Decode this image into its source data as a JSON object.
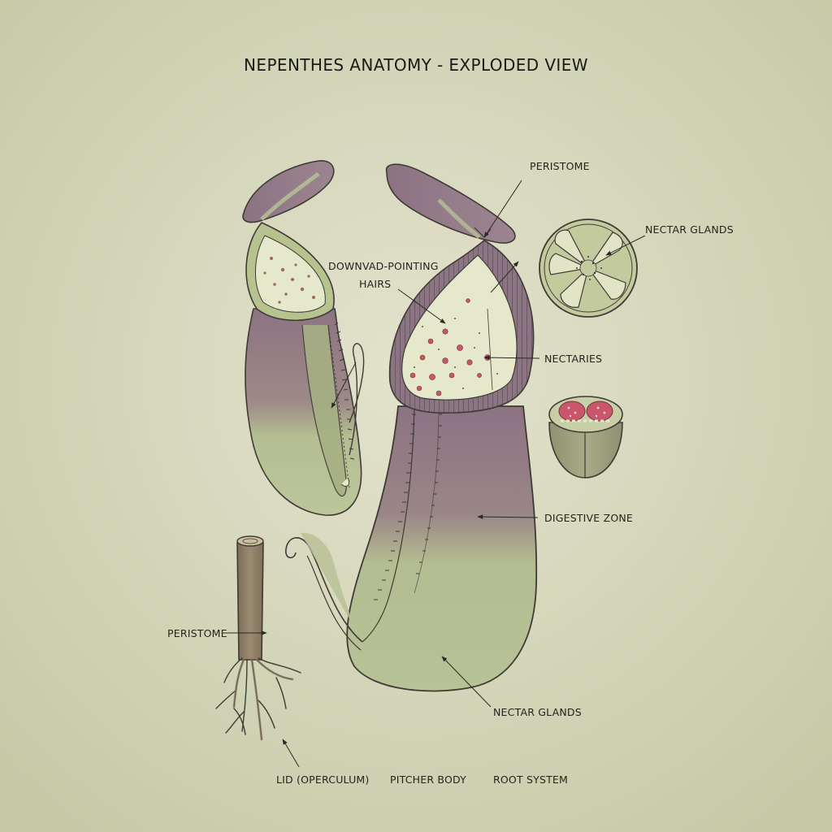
{
  "title": "NEPENTHES ANATOMY - EXPLODED VIEW",
  "labels": {
    "peristome_top": "PERISTOME",
    "nectar_glands_top": "NECTAR GLANDS",
    "hairs_line1": "DOWNVAD-POINTING",
    "hairs_line2": "HAIRS",
    "nectaries": "NECTARIES",
    "digestive_zone": "DIGESTIVE ZONE",
    "peristome_root": "PERISTOME",
    "nectar_glands_bottom": "NECTAR GLANDS"
  },
  "captions": {
    "lid": "LID (OPERCULUM)",
    "pitcher_body": "PITCHER BODY",
    "root_system": "ROOT SYSTEM"
  },
  "colors": {
    "background": "#dfdfc6",
    "pitcher_purple": "#8e7483",
    "pitcher_green": "#b7c295",
    "interior": "#e6e8cc",
    "nectary_red": "#c9566a",
    "stem_brown": "#8a7b62",
    "outline": "#3f3a36"
  }
}
